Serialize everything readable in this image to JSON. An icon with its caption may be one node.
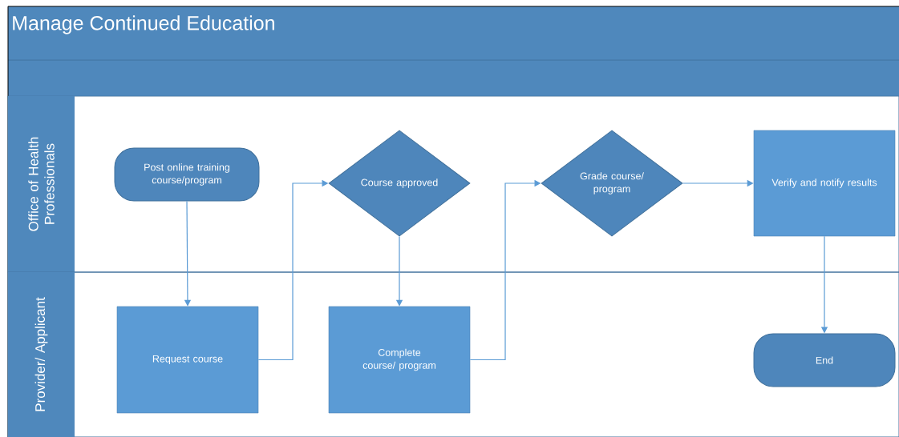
{
  "diagram": {
    "title": "Manage Continued Education",
    "nodes": [
      {
        "text": [
          "Office of Health Professionals"
        ]
      },
      {
        "text": [
          "Provider/ Applicant"
        ]
      },
      {
        "text": [
          "Post online training course/program"
        ],
        "in": 0
      },
      {
        "text": [
          "Request course"
        ],
        "in": 1
      },
      {
        "text": [
          "Course approved"
        ],
        "in": 0
      },
      {
        "text": [
          "Complete course/ program"
        ],
        "in": 1
      },
      {
        "text": [
          "Grade course/ program"
        ],
        "in": 0
      },
      {
        "text": [
          "Verify and notify results"
        ],
        "in": 0
      },
      {
        "text": [
          "End"
        ],
        "in": 1
      }
    ],
    "edges": [
      {
        "from": 2,
        "to": 3,
        "arrow": "to"
      },
      {
        "from": 3,
        "to": 4,
        "arrow": "to"
      },
      {
        "from": 4,
        "to": 5,
        "arrow": "to"
      },
      {
        "from": 5,
        "to": 6,
        "arrow": "to"
      },
      {
        "from": 6,
        "to": 7,
        "arrow": "to"
      },
      {
        "from": 7,
        "to": 8,
        "arrow": "to"
      }
    ]
  }
}
